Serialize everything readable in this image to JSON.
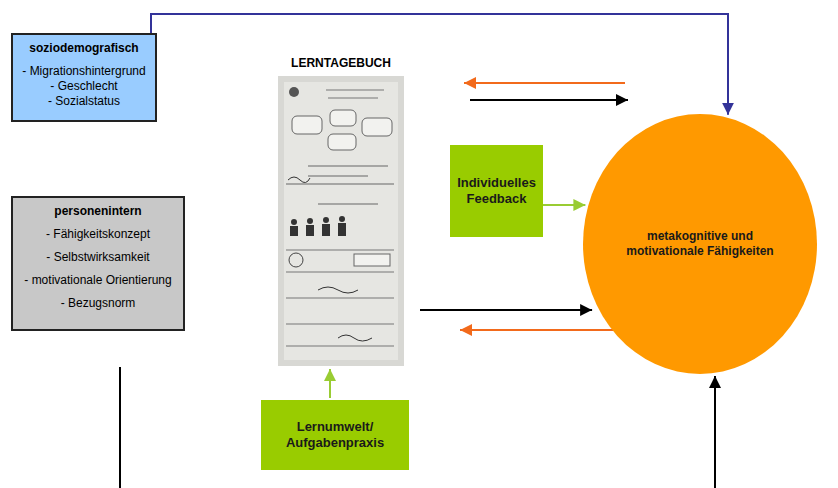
{
  "diagram": {
    "nodes": [
      {
        "text": [
          "soziodemografisch",
          "- Migrationshintergrund",
          "- Geschlecht",
          "- Sozialstatus"
        ]
      },
      {
        "text": [
          "personenintern",
          "- Fähigkeitskonzept",
          "- Selbstwirksamkeit",
          "- motivationale Orientierung",
          "- Bezugsnorm"
        ]
      },
      {
        "text": [
          "LERNTAGEBUCH"
        ]
      },
      {
        "text": [
          "Individuelles Feedback"
        ]
      },
      {
        "text": [
          "metakognitive und motivationale Fähigkeiten"
        ]
      },
      {
        "text": [
          "Lernumwelt/ Aufgabenpraxis"
        ]
      }
    ],
    "edges": [
      {
        "from": 0,
        "to": 4,
        "arrow": "to"
      },
      {
        "from": 4,
        "to": 2,
        "arrow": "to"
      },
      {
        "from": 2,
        "to": 4,
        "arrow": "to"
      },
      {
        "from": 3,
        "to": 4,
        "arrow": "to"
      },
      {
        "from": 2,
        "to": 4,
        "arrow": "to"
      },
      {
        "from": 4,
        "to": 2,
        "arrow": "to"
      },
      {
        "from": 5,
        "to": 2,
        "arrow": "to"
      },
      {
        "from": 1,
        "to": 4,
        "arrow": "to"
      }
    ]
  }
}
